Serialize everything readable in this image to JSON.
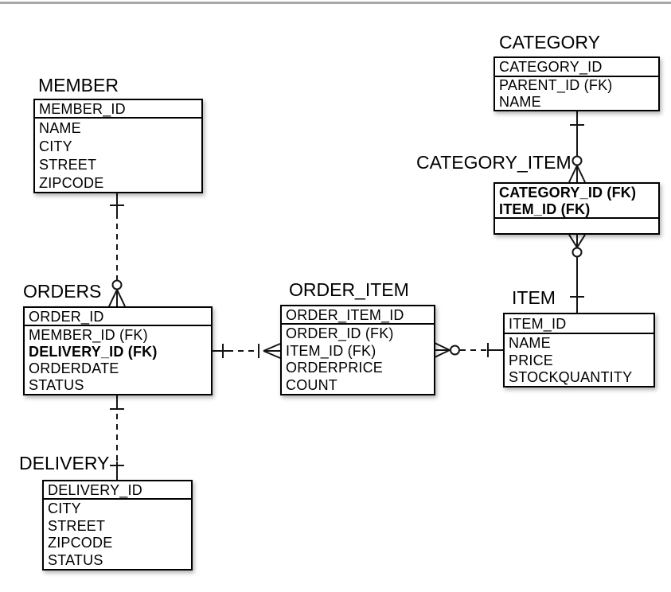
{
  "diagram": {
    "notation": "crow-foot-erd",
    "colors": {
      "background": "#ffffff",
      "box_border": "#000000",
      "line": "#141414",
      "top_rule": "#a7a7a7",
      "text": "#000000"
    },
    "entities": [
      {
        "name": "MEMBER",
        "primary_keys": [
          "MEMBER_ID"
        ],
        "attributes": [
          "NAME",
          "CITY",
          "STREET",
          "ZIPCODE"
        ]
      },
      {
        "name": "ORDERS",
        "primary_keys": [
          "ORDER_ID"
        ],
        "attributes": [
          "MEMBER_ID (FK)",
          "DELIVERY_ID (FK)",
          "ORDERDATE",
          "STATUS"
        ]
      },
      {
        "name": "DELIVERY",
        "primary_keys": [
          "DELIVERY_ID"
        ],
        "attributes": [
          "CITY",
          "STREET",
          "ZIPCODE",
          "STATUS"
        ]
      },
      {
        "name": "ORDER_ITEM",
        "primary_keys": [
          "ORDER_ITEM_ID"
        ],
        "attributes": [
          "ORDER_ID (FK)",
          "ITEM_ID (FK)",
          "ORDERPRICE",
          "COUNT"
        ]
      },
      {
        "name": "ITEM",
        "primary_keys": [
          "ITEM_ID"
        ],
        "attributes": [
          "NAME",
          "PRICE",
          "STOCKQUANTITY"
        ]
      },
      {
        "name": "CATEGORY",
        "primary_keys": [
          "CATEGORY_ID"
        ],
        "attributes": [
          "PARENT_ID (FK)",
          "NAME"
        ]
      },
      {
        "name": "CATEGORY_ITEM",
        "primary_keys": [
          "CATEGORY_ID (FK)",
          "ITEM_ID (FK)"
        ],
        "attributes": []
      }
    ],
    "relationships": [
      {
        "from": "MEMBER",
        "to": "ORDERS",
        "from_cardinality": "one",
        "to_cardinality": "zero-or-many",
        "line_style": "dashed"
      },
      {
        "from": "ORDERS",
        "to": "DELIVERY",
        "from_cardinality": "one",
        "to_cardinality": "one",
        "line_style": "dashed"
      },
      {
        "from": "ORDERS",
        "to": "ORDER_ITEM",
        "from_cardinality": "one",
        "to_cardinality": "one-or-many",
        "line_style": "dashed"
      },
      {
        "from": "ITEM",
        "to": "ORDER_ITEM",
        "from_cardinality": "one",
        "to_cardinality": "zero-or-many",
        "line_style": "dashed"
      },
      {
        "from": "CATEGORY",
        "to": "CATEGORY_ITEM",
        "from_cardinality": "one",
        "to_cardinality": "zero-or-many",
        "line_style": "solid"
      },
      {
        "from": "ITEM",
        "to": "CATEGORY_ITEM",
        "from_cardinality": "one",
        "to_cardinality": "zero-or-many",
        "line_style": "solid"
      }
    ]
  }
}
